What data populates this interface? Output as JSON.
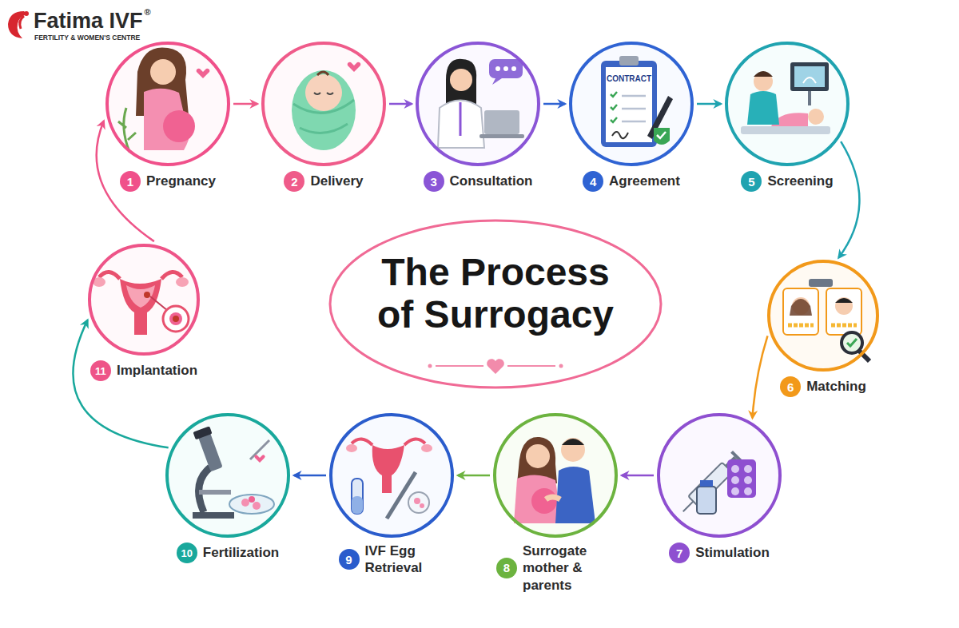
{
  "diagram": {
    "nodes": [
      {
        "text": [
          "1",
          "Pregnancy"
        ]
      },
      {
        "text": [
          "2",
          "Delivery"
        ]
      },
      {
        "text": [
          "3",
          "Consultation"
        ]
      },
      {
        "text": [
          "4",
          "Agreement"
        ]
      },
      {
        "text": [
          "5",
          "Screening"
        ]
      },
      {
        "text": [
          "6",
          "Matching"
        ]
      },
      {
        "text": [
          "7",
          "Stimulation"
        ]
      },
      {
        "text": [
          "8",
          "Surrogate mother & parents"
        ]
      },
      {
        "text": [
          "9",
          "IVF Egg Retrieval"
        ]
      },
      {
        "text": [
          "10",
          "Fertilization"
        ]
      },
      {
        "text": [
          "11",
          "Implantation"
        ]
      },
      {
        "text": [
          "The Process of Surrogacy"
        ]
      }
    ],
    "edges": [
      {
        "from": 0,
        "to": 1,
        "arrow": "to"
      },
      {
        "from": 1,
        "to": 2,
        "arrow": "to"
      },
      {
        "from": 2,
        "to": 3,
        "arrow": "to"
      },
      {
        "from": 3,
        "to": 4,
        "arrow": "to"
      },
      {
        "from": 4,
        "to": 5,
        "arrow": "to"
      },
      {
        "from": 5,
        "to": 6,
        "arrow": "to"
      },
      {
        "from": 6,
        "to": 7,
        "arrow": "to"
      },
      {
        "from": 7,
        "to": 8,
        "arrow": "to"
      },
      {
        "from": 8,
        "to": 9,
        "arrow": "to"
      },
      {
        "from": 9,
        "to": 10,
        "arrow": "to"
      },
      {
        "from": 10,
        "to": 0,
        "arrow": "to"
      }
    ],
    "labels": [
      "Fatima IVF",
      "®",
      "FERTILITY & WOMEN'S CENTRE",
      "CONTRACT"
    ]
  }
}
